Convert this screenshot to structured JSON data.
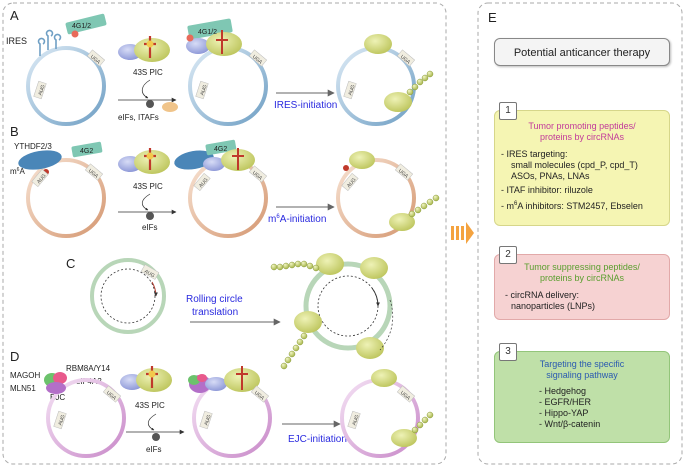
{
  "panels": {
    "A": {
      "letter": "A",
      "ires_label": "IRES",
      "factor": "4G1/2",
      "factor_bound": "4G1/2",
      "pic": "43S PIC",
      "eifs": "eIFs, ITAFs",
      "initiation": "IRES-initiation"
    },
    "B": {
      "letter": "B",
      "reader": "YTHDF2/3",
      "factor": "4G2",
      "factor_bound": "4G2",
      "mark_base": "m",
      "mark_sup": "6",
      "mark_end": "A",
      "pic": "43S PIC",
      "eifs": "eIFs",
      "init_pre": "m",
      "init_sup": "6",
      "init_post": "A-initiation"
    },
    "C": {
      "letter": "C",
      "rolling_line1": "Rolling circle",
      "rolling_line2": "translation"
    },
    "D": {
      "letter": "D",
      "magoh": "MAGOH",
      "rbm8a": "RBM8A/Y14",
      "mln51": "MLN51",
      "eif4a3": "eIF4A3",
      "ejc": "EJC",
      "pic": "43S PIC",
      "eifs": "eIFs",
      "initiation": "EJC-initiation"
    }
  },
  "codons": {
    "start": "AUG",
    "stop": "UGA"
  },
  "right": {
    "letter": "E",
    "header": "Potential anticancer therapy",
    "sections": [
      {
        "num": "1",
        "title_line1": "Tumor promoting peptides/",
        "title_line2": "proteins by circRNAs",
        "items": [
          "- IRES targeting:",
          "small molecules (cpd_P, cpd_T)",
          "ASOs, PNAs, LNAs",
          "- ITAF inhibitor: riluzole"
        ],
        "m6a_pre": "- m",
        "m6a_sup": "6",
        "m6a_post": "A inhibitors: STM2457, Ebselen"
      },
      {
        "num": "2",
        "title_line1": "Tumor suppressing peptides/",
        "title_line2": "proteins by circRNAs",
        "items": [
          "- circRNA delivery:",
          "nanoparticles (LNPs)"
        ]
      },
      {
        "num": "3",
        "title_line1": "Targeting the specific",
        "title_line2": "signaling pathway",
        "items": [
          "- Hedgehog",
          "- EGFR/HER",
          "- Hippo-YAP",
          "- Wnt/β-catenin"
        ]
      }
    ]
  },
  "colors": {
    "ring_a": "#a9c8e0",
    "ring_b": "#e9c0a0",
    "ring_c": "#b8d6b8",
    "ring_d": "#e5bde5",
    "ribosome": "#d6dc7c",
    "init_text": "#2a2adf",
    "box1_bg": "#f5f5b3",
    "box1_title": "#c23a9a",
    "box2_bg": "#f6d2d2",
    "box2_title": "#5a9e2e",
    "box3_bg": "#bfe0a8",
    "box3_title": "#2a5ab0",
    "arrow_orange": "#f4a340"
  }
}
